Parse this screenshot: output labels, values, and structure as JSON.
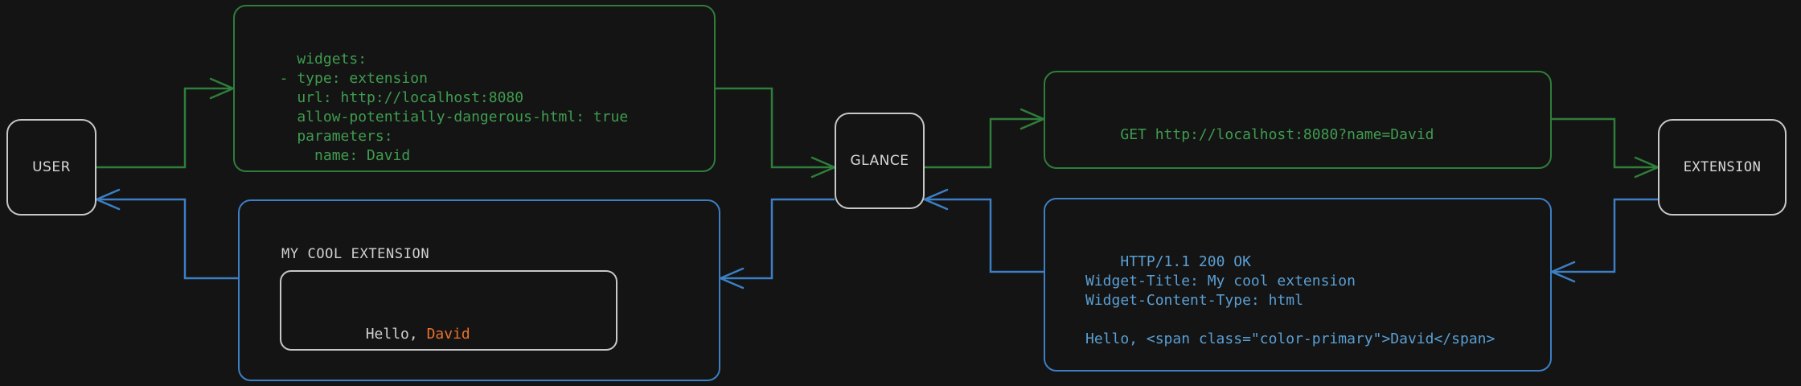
{
  "theme": {
    "background": "#141414",
    "request_color": "#3f9c4f",
    "request_border": "#2f7d3b",
    "response_color": "#5a9fd4",
    "response_border": "#3c7fc4",
    "node_border": "#c8c8c8",
    "node_text": "#d8d8d8",
    "accent_primary": "#e8722c",
    "widget_text": "#d0d0d0"
  },
  "nodes": {
    "user": {
      "label": "USER"
    },
    "glance": {
      "label": "GLANCE"
    },
    "extension": {
      "label": "EXTENSION"
    }
  },
  "messages": {
    "config_yaml": {
      "direction": "user-to-glance",
      "color": "request",
      "text": "widgets:\n  - type: extension\n    url: http://localhost:8080\n    allow-potentially-dangerous-html: true\n    parameters:\n      name: David"
    },
    "http_request": {
      "direction": "glance-to-extension",
      "color": "request",
      "text": "GET http://localhost:8080?name=David"
    },
    "http_response": {
      "direction": "extension-to-glance",
      "color": "response",
      "text": "HTTP/1.1 200 OK\nWidget-Title: My cool extension\nWidget-Content-Type: html\n\nHello, <span class=\"color-primary\">David</span>"
    },
    "rendered_widget": {
      "direction": "glance-to-user",
      "color": "response",
      "title": "MY COOL EXTENSION",
      "body_prefix": "Hello, ",
      "body_accent": "David"
    }
  },
  "connectors": [
    {
      "name": "user-to-yaml",
      "color": "request",
      "arrow": "right"
    },
    {
      "name": "yaml-to-glance",
      "color": "request",
      "arrow": "right"
    },
    {
      "name": "glance-to-get",
      "color": "request",
      "arrow": "right"
    },
    {
      "name": "get-to-extension",
      "color": "request",
      "arrow": "right"
    },
    {
      "name": "extension-to-response",
      "color": "response",
      "arrow": "left"
    },
    {
      "name": "response-to-glance",
      "color": "response",
      "arrow": "left"
    },
    {
      "name": "glance-to-widget",
      "color": "response",
      "arrow": "left"
    },
    {
      "name": "widget-to-user",
      "color": "response",
      "arrow": "left"
    }
  ]
}
